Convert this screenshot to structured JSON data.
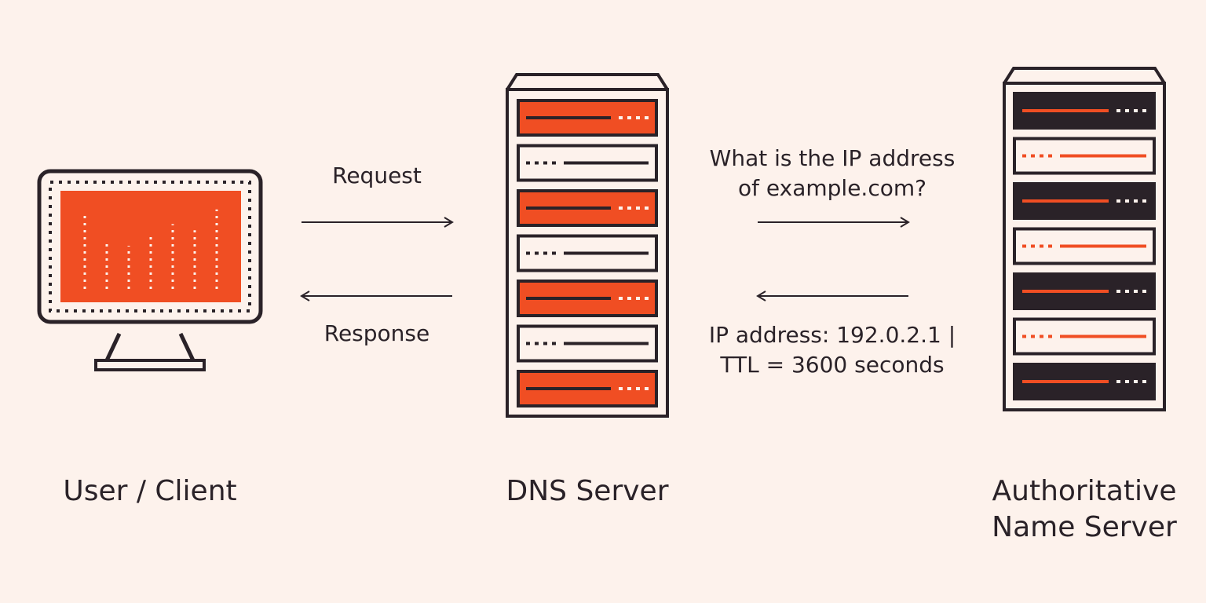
{
  "colors": {
    "background": "#fdf2ec",
    "ink": "#2a2228",
    "accent": "#f04e23",
    "light": "#fdf2ec"
  },
  "nodes": {
    "client": {
      "label": "User / Client",
      "icon": "monitor-icon"
    },
    "dns": {
      "label": "DNS Server",
      "icon": "server-rack-icon"
    },
    "authoritative": {
      "label_line1": "Authoritative",
      "label_line2": "Name Server",
      "icon": "server-rack-icon"
    }
  },
  "edges": {
    "request": {
      "label": "Request",
      "direction": "right"
    },
    "response": {
      "label": "Response",
      "direction": "left"
    },
    "query": {
      "line1": "What is the IP address",
      "line2": "of example.com?",
      "direction": "right"
    },
    "answer": {
      "line1": "IP address: 192.0.2.1 |",
      "line2": "TTL = 3600 seconds",
      "direction": "left"
    }
  },
  "dns_rack": {
    "units": [
      "accent",
      "light",
      "accent",
      "light",
      "accent",
      "light",
      "accent"
    ]
  },
  "auth_rack": {
    "units": [
      "dark",
      "light",
      "dark",
      "light",
      "dark",
      "light",
      "dark"
    ]
  },
  "monitor": {
    "bar_levels": [
      0.85,
      0.55,
      0.5,
      0.65,
      0.75,
      0.68,
      0.92
    ]
  }
}
